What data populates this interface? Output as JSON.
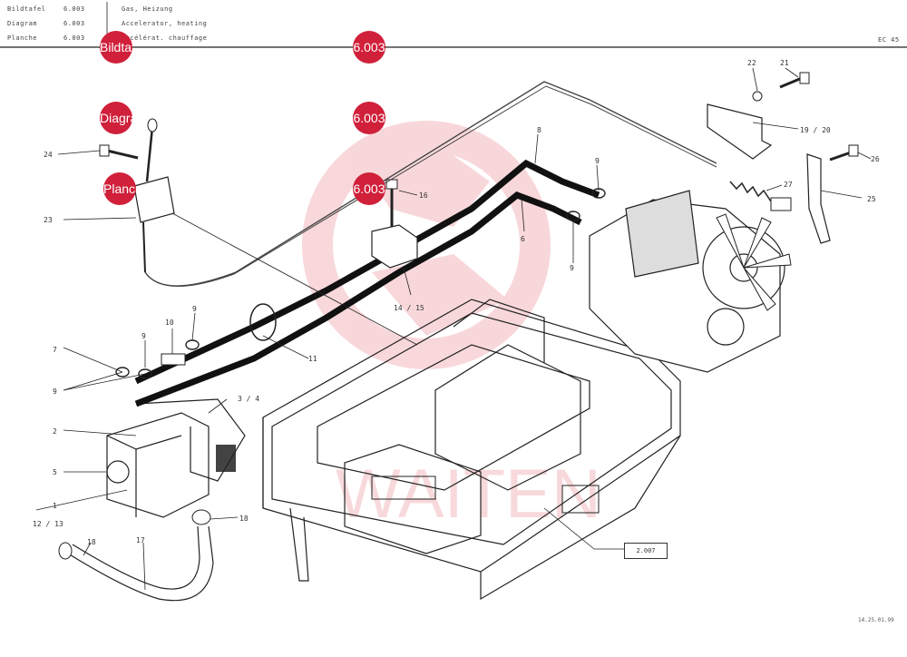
{
  "header": {
    "row1_label": "Bildtafel",
    "row1_value": "6.003",
    "row1_title": "Gas, Heizung",
    "row2_label": "Diagram",
    "row2_value": "6.003",
    "row2_title": "Accelerator, heating",
    "row3_label": "Planche",
    "row3_value": "6.003",
    "row3_title": "Accélérat. chauffage",
    "model": "EC 45"
  },
  "hotspots": {
    "bildtafel_label": "Bildtafel",
    "bildtafel_value": "6.003",
    "diagram_label": "Diagram",
    "diagram_value": "6.003",
    "planche_label": "Planche",
    "planche_value": "6.003"
  },
  "callouts": {
    "c1": "1",
    "c2": "2",
    "c3_4": "3 / 4",
    "c5": "5",
    "c6": "6",
    "c7": "7",
    "c8": "8",
    "c9": "9",
    "c10": "10",
    "c11": "11",
    "c12_13": "12 / 13",
    "c14_15": "14 / 15",
    "c16": "16",
    "c17": "17",
    "c18": "18",
    "c19_20": "19 / 20",
    "c21": "21",
    "c22": "22",
    "c23": "23",
    "c24": "24",
    "c25": "25",
    "c26": "26",
    "c27": "27"
  },
  "reference_box": "2.007",
  "footer_date": "14.25.01.99",
  "watermark_text": "WAITEN",
  "colors": {
    "hotspot": "#d0203a",
    "watermark": "#f3b8bd",
    "lines": "#222222"
  }
}
